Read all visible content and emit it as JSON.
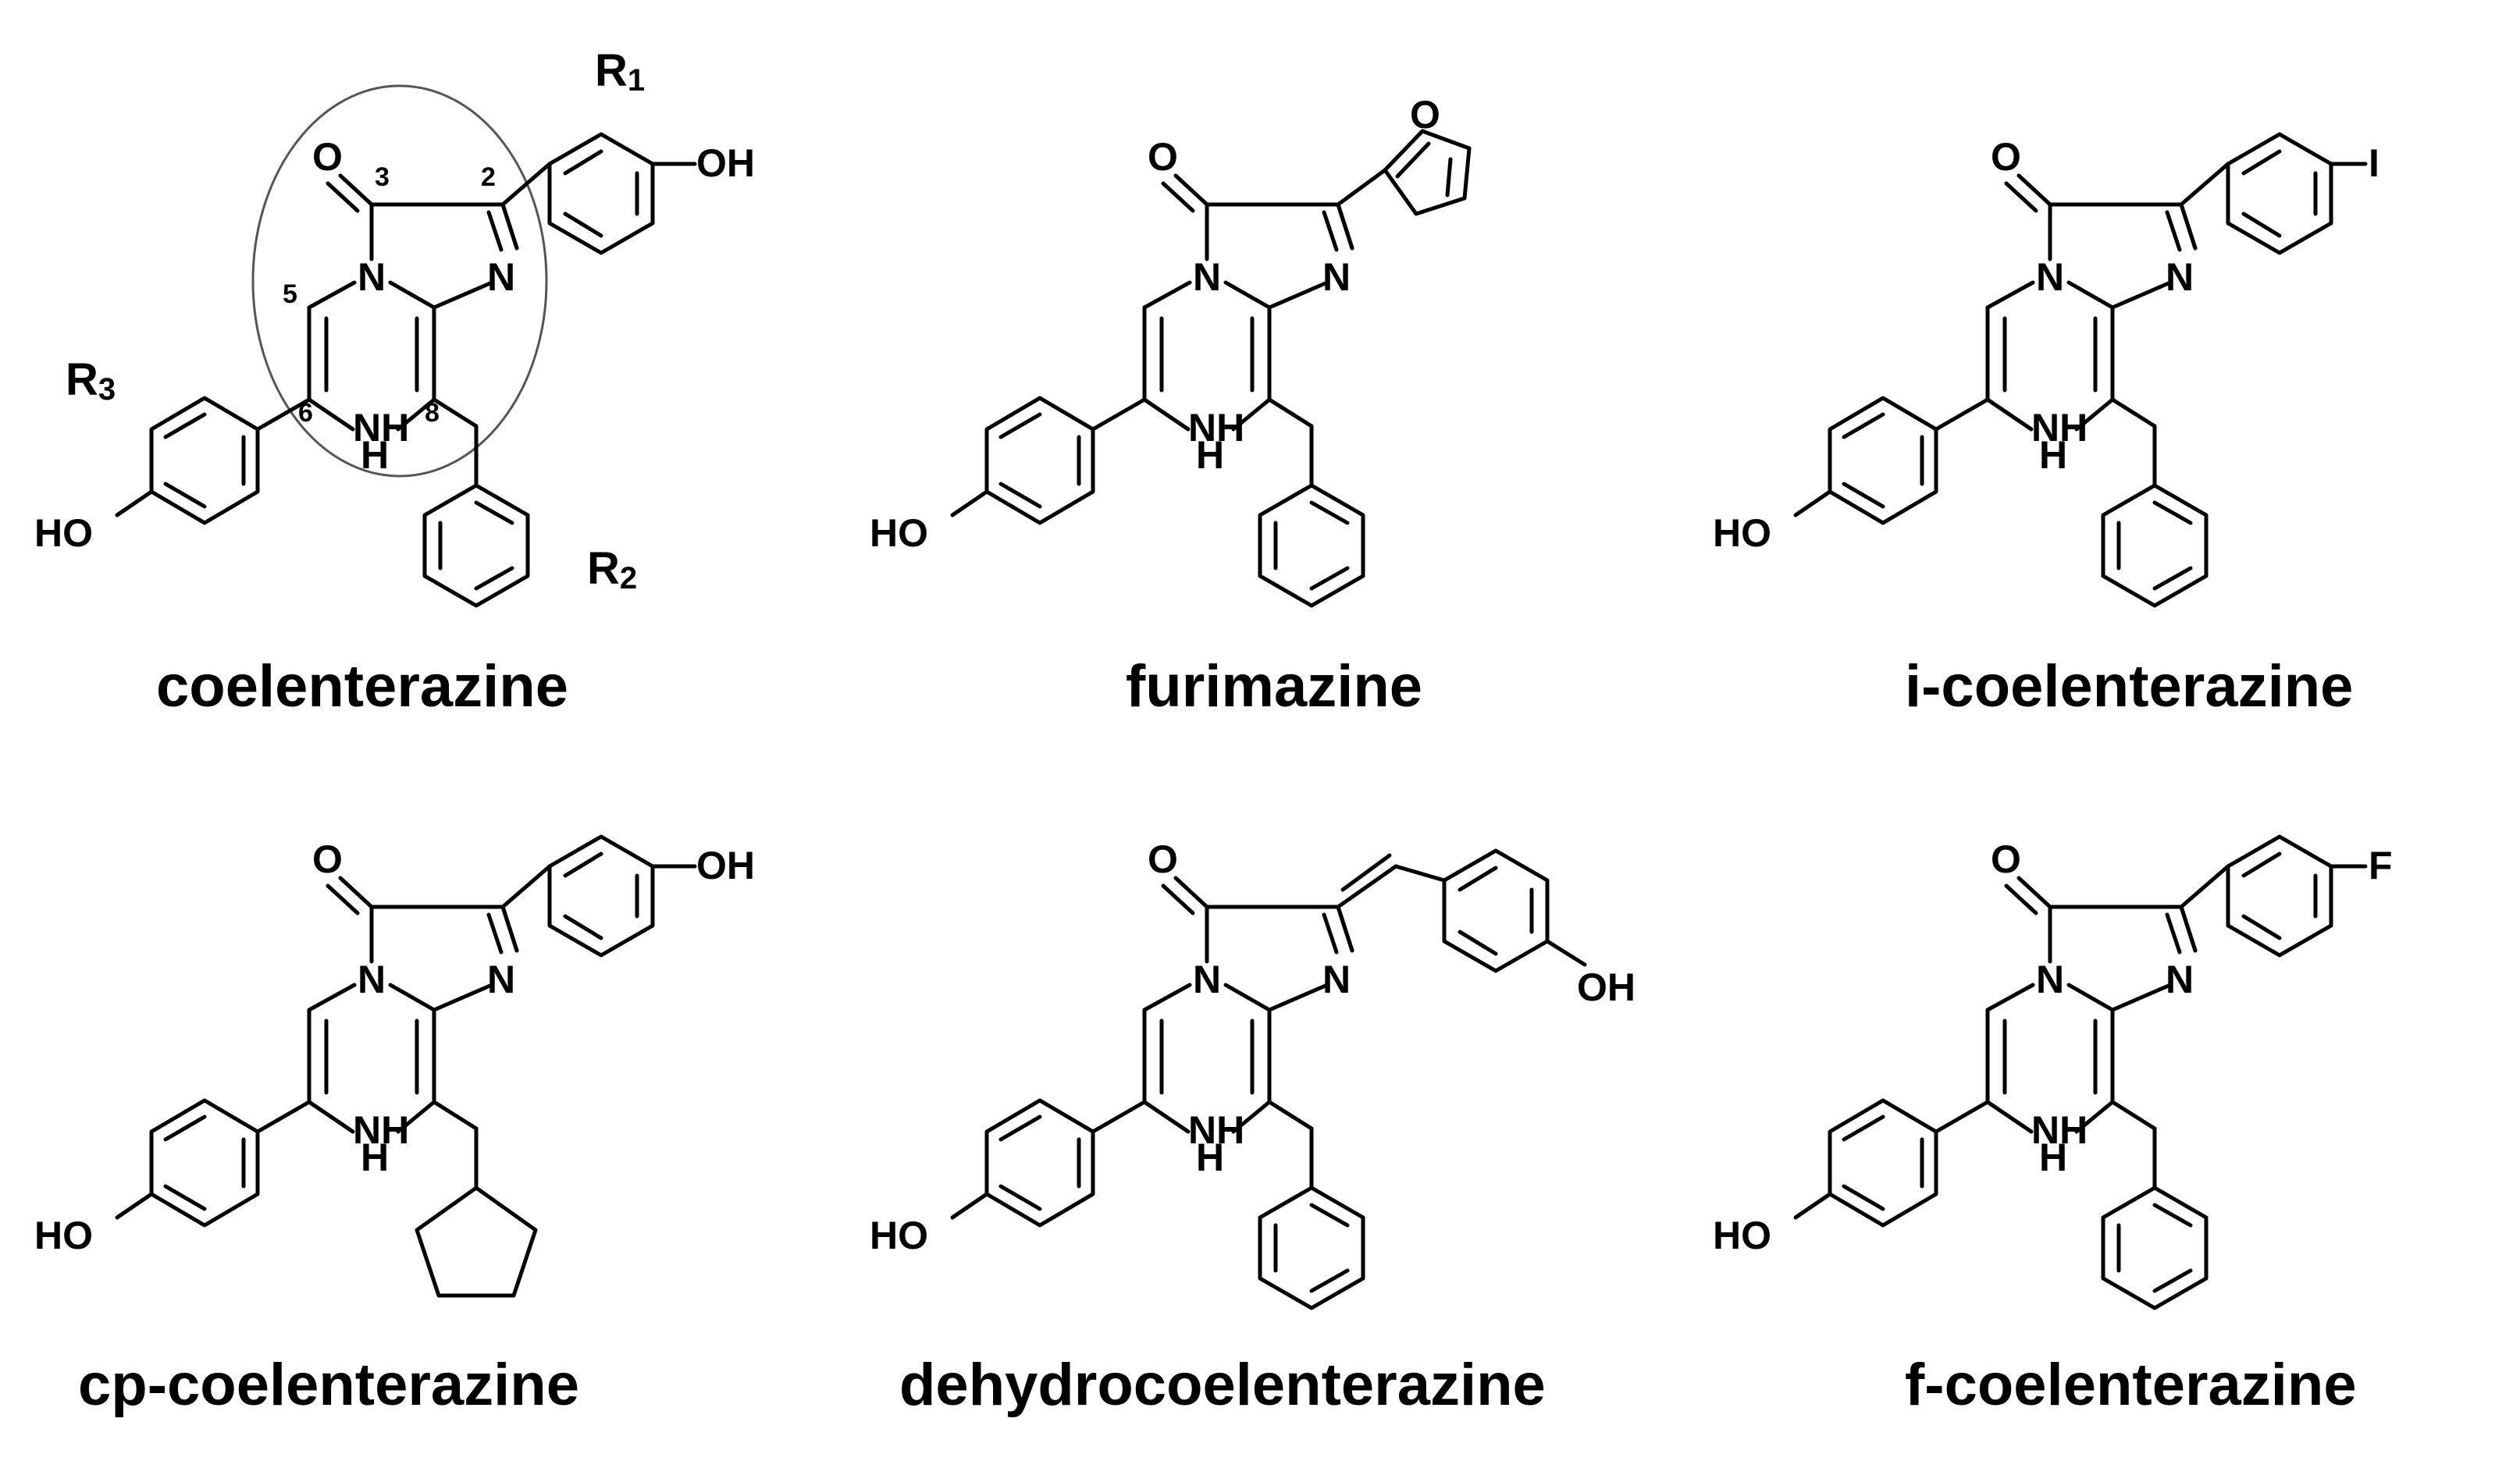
{
  "figure": {
    "compounds": [
      {
        "name": "coelenterazine",
        "substituent_c2": "OH",
        "substituent_c6": "HO",
        "ring_atoms": {
          "nh": "NH",
          "h": "H",
          "n": "N",
          "o": "O"
        },
        "group_labels": {
          "r1_base": "R",
          "r1_sub": "1",
          "r2_base": "R",
          "r2_sub": "2",
          "r3_base": "R",
          "r3_sub": "3"
        },
        "position_numbers": [
          "3",
          "2",
          "5",
          "6",
          "8"
        ]
      },
      {
        "name": "furimazine",
        "substituent_c2": "O",
        "substituent_c6": "HO",
        "ring_atoms": {
          "nh": "NH",
          "h": "H",
          "n": "N",
          "o": "O"
        }
      },
      {
        "name": "i-coelenterazine",
        "substituent_c2": "I",
        "substituent_c6": "HO",
        "ring_atoms": {
          "nh": "NH",
          "h": "H",
          "n": "N",
          "o": "O"
        }
      },
      {
        "name": "cp-coelenterazine",
        "substituent_c2": "OH",
        "substituent_c6": "HO",
        "ring_atoms": {
          "nh": "NH",
          "h": "H",
          "n": "N",
          "o": "O"
        }
      },
      {
        "name": "dehydrocoelenterazine",
        "substituent_c2": "OH",
        "substituent_c6": "HO",
        "ring_atoms": {
          "nh": "NH",
          "h": "H",
          "n": "N",
          "o": "O"
        }
      },
      {
        "name": "f-coelenterazine",
        "substituent_c2": "F",
        "substituent_c6": "HO",
        "ring_atoms": {
          "nh": "NH",
          "h": "H",
          "n": "N",
          "o": "O"
        }
      }
    ],
    "colors": {
      "ink": "#000000",
      "background": "#ffffff",
      "highlight_ring": "#555555"
    }
  }
}
